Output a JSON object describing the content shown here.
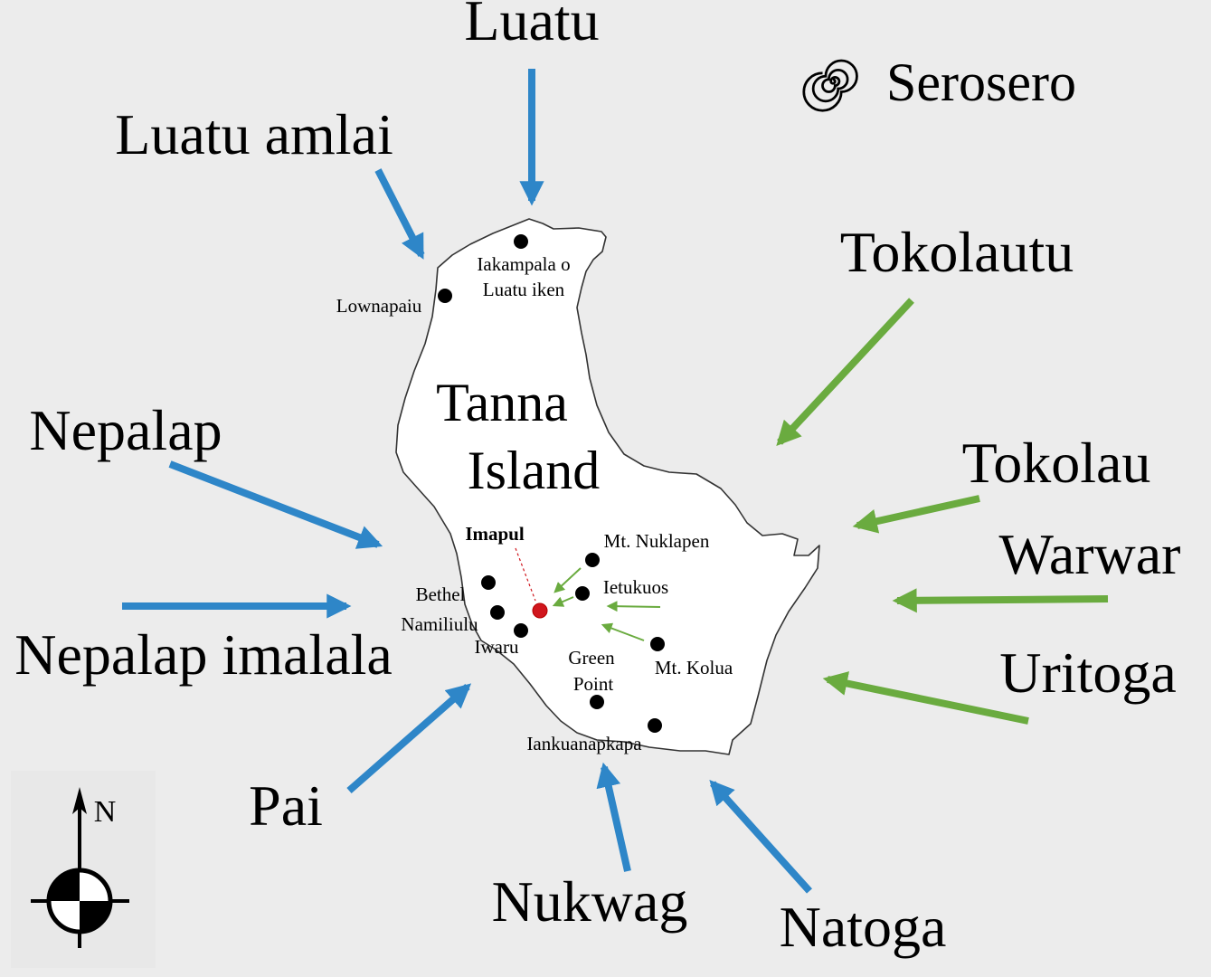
{
  "island": {
    "name_line1": "Tanna",
    "name_line2": "Island"
  },
  "legend": {
    "label": "Serosero",
    "icon": "spiral-icon"
  },
  "north_label": "N",
  "colors": {
    "blue_arrow": "#2e86c8",
    "green_arrow": "#6aab3f",
    "village_dot": "#000000",
    "imapul_dot": "#d0161d",
    "island_fill": "#ffffff",
    "background": "#ececec"
  },
  "winds": {
    "luatu": "Luatu",
    "luatu_amlai": "Luatu amlai",
    "tokolautu": "Tokolautu",
    "tokolau": "Tokolau",
    "warwar": "Warwar",
    "uritoga": "Uritoga",
    "natoga": "Natoga",
    "nukwag": "Nukwag",
    "pai": "Pai",
    "nepalap_imalala": "Nepalap imalala",
    "nepalap": "Nepalap"
  },
  "places": {
    "iakampala_line1": "Iakampala o",
    "iakampala_line2": "Luatu iken",
    "lownapaiu": "Lownapaiu",
    "imapul": "Imapul",
    "mt_nuklapen": "Mt. Nuklapen",
    "ietukuos": "Ietukuos",
    "bethel": "Bethel",
    "namiliulu": "Namiliulu",
    "iwaru": "Iwaru",
    "green_point_line1": "Green",
    "green_point_line2": "Point",
    "mt_kolua": "Mt. Kolua",
    "iankuanapkapa": "Iankuanapkapa"
  }
}
